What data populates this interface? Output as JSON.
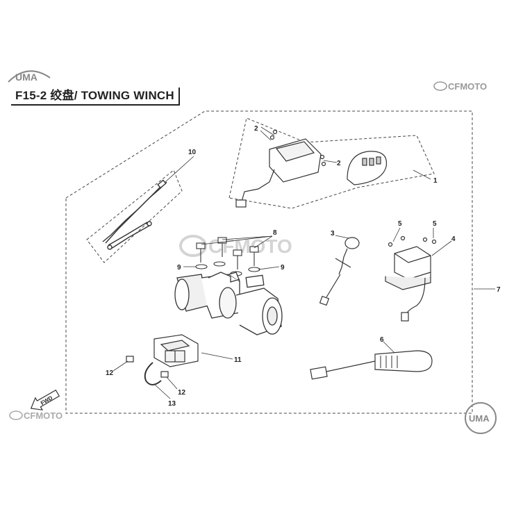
{
  "header": {
    "title": "F15-2 绞盘/ TOWING WINCH",
    "brand_top_right": "CFMOTO",
    "brand_bottom_left": "CFMOTO",
    "watermark": "CFMOTO",
    "badge_top_left": "UMA",
    "badge_bottom_right": "UMA",
    "fwd_label": "FWD"
  },
  "callouts": {
    "c1": "1",
    "c2a": "2",
    "c2b": "2",
    "c3": "3",
    "c4": "4",
    "c5a": "5",
    "c5b": "5",
    "c6": "6",
    "c7": "7",
    "c8": "8",
    "c9a": "9",
    "c9b": "9",
    "c10": "10",
    "c11": "11",
    "c12a": "12",
    "c12b": "12",
    "c13": "13"
  },
  "colors": {
    "line": "#333333",
    "logo": "#9a9a9a",
    "watermark": "#d0d0d0"
  }
}
